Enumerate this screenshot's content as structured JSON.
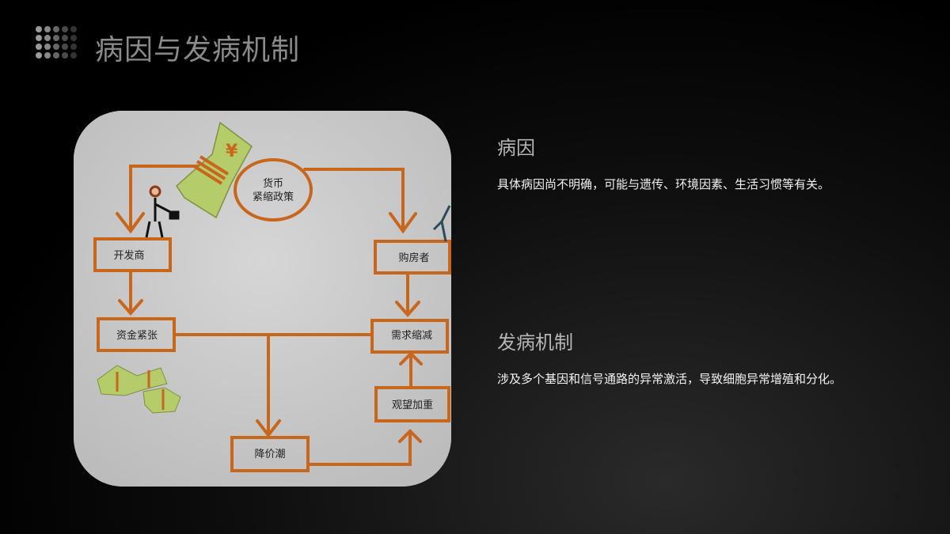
{
  "header": {
    "title": "病因与发病机制"
  },
  "figure": {
    "policy_line1": "货币",
    "policy_line2": "紧缩政策",
    "developer": "开发商",
    "buyer": "购房者",
    "funds_tight": "资金紧张",
    "demand_down": "需求缩减",
    "wait_and_see": "观望加重",
    "price_cut": "降价潮",
    "currency_symbol": "¥"
  },
  "sections": [
    {
      "heading": "病因",
      "body": "具体病因尚不明确，可能与遗传、环境因素、生活习惯等有关。"
    },
    {
      "heading": "发病机制",
      "body": "涉及多个基因和信号通路的异常激活，导致细胞异常增殖和分化。"
    }
  ],
  "colors": {
    "rope": "#c8661c",
    "money": "#b5cc6a",
    "panel": "#c9c9c9"
  }
}
